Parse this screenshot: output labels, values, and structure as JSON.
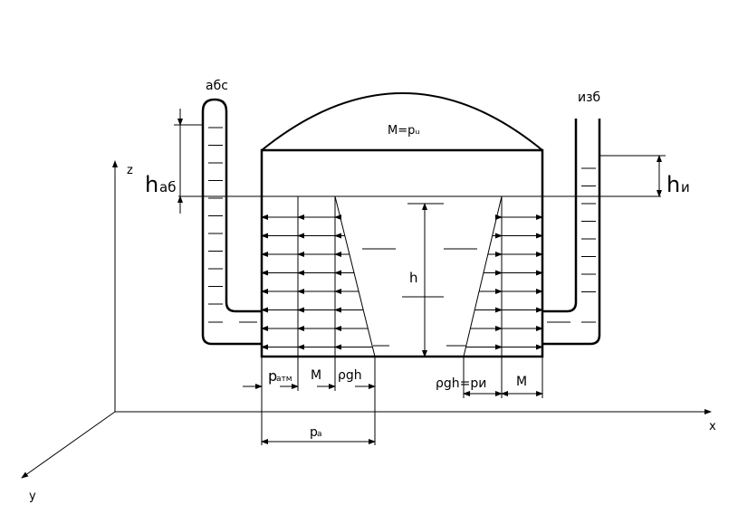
{
  "labels": {
    "abs": "абс",
    "izb": "изб",
    "z_axis": "z",
    "x_axis": "x",
    "y_axis": "y",
    "surface": "M=pᵤ",
    "h_ab_main": "h",
    "h_ab_sub": "аб",
    "h_i_main": "h",
    "h_i_sub": "и",
    "depth": "h",
    "p_atm_main": "p",
    "p_atm_sub": "атм",
    "M_left": "M",
    "rho_g_h_left": "ρgh",
    "rho_g_h_right": "ρgh=pи",
    "M_right": "M",
    "p_a_main": "p",
    "p_a_sub": "a"
  },
  "colors": {
    "ink": "#000000",
    "background": "#ffffff"
  }
}
